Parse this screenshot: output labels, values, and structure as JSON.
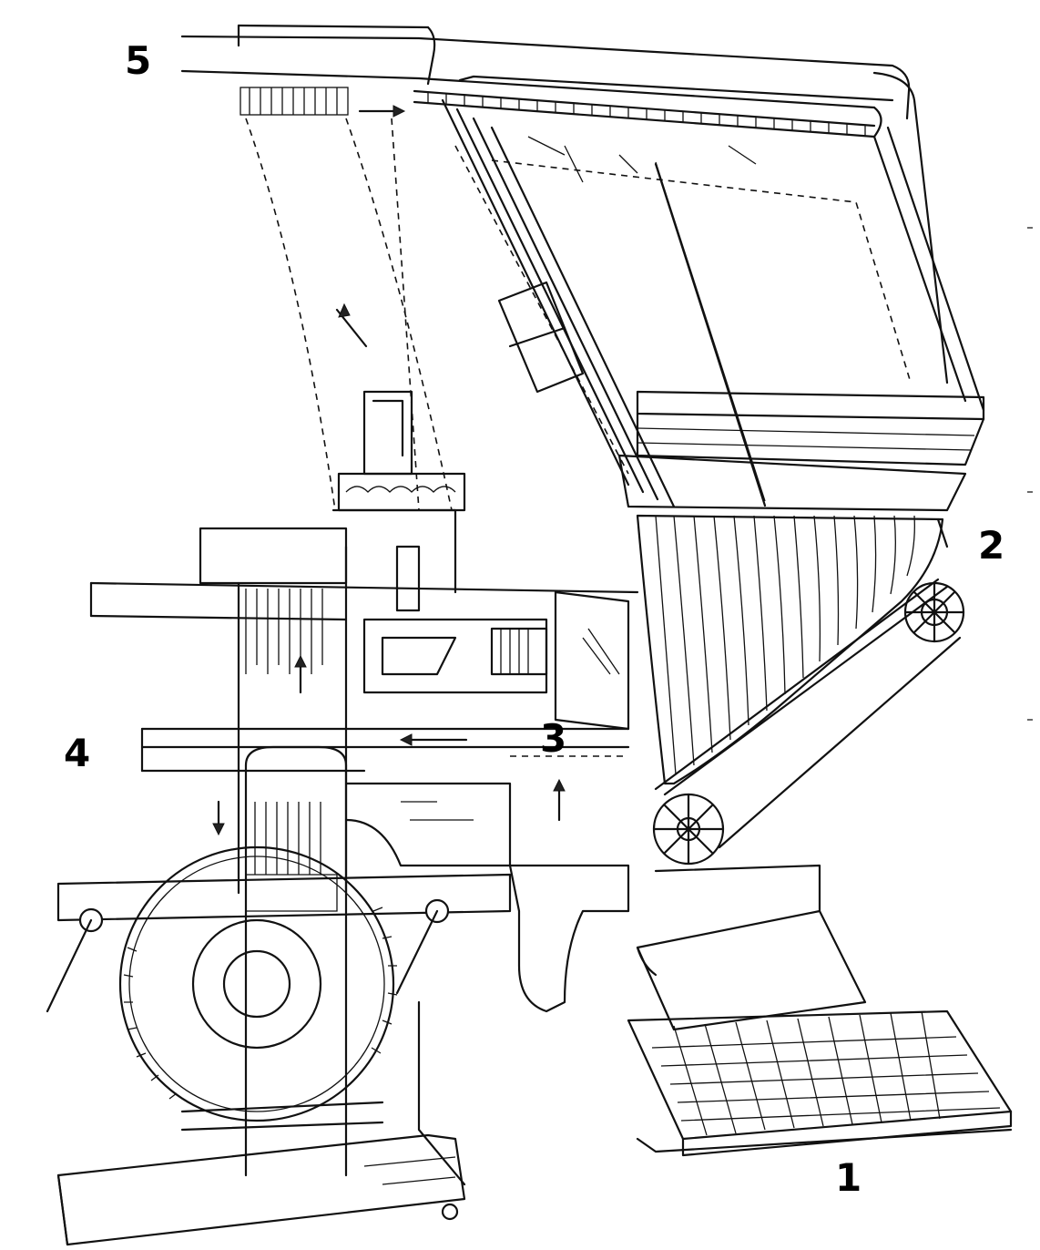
{
  "labels": {
    "one": "1",
    "two": "2",
    "three": "3",
    "four": "4",
    "five": "5"
  },
  "colors": {
    "ink": "#111111",
    "paper": "#ffffff"
  }
}
